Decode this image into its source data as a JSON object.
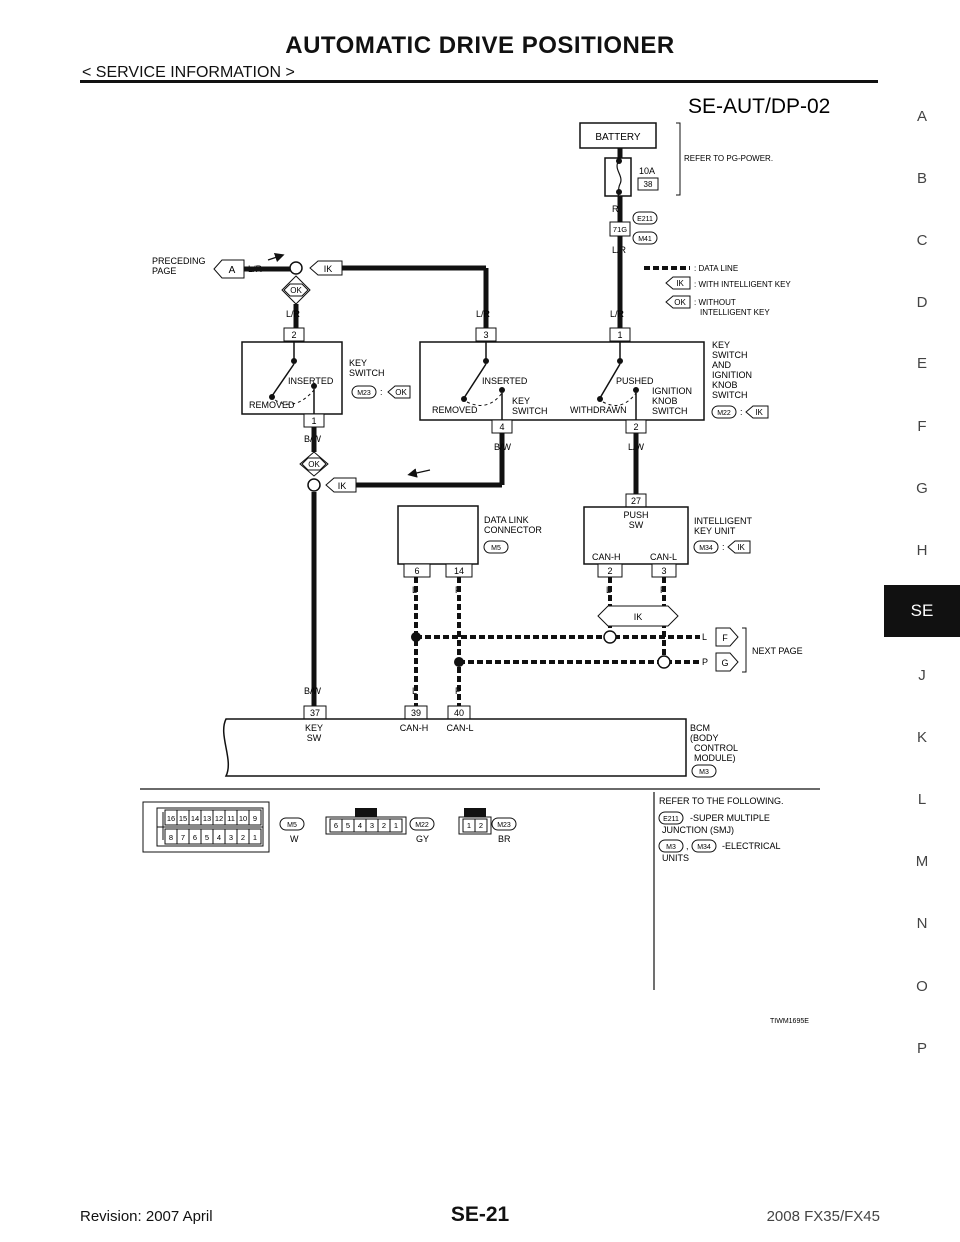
{
  "header": {
    "title": "AUTOMATIC DRIVE POSITIONER",
    "breadcrumb": "< SERVICE INFORMATION >"
  },
  "side_tabs": [
    "A",
    "B",
    "C",
    "D",
    "E",
    "F",
    "G",
    "H",
    "SE",
    "J",
    "K",
    "L",
    "M",
    "N",
    "O",
    "P"
  ],
  "active_tab": "SE",
  "diagram": {
    "id": "SE-AUT/DP-02",
    "figure_code": "TIWM1695E",
    "battery": "BATTERY",
    "fuse_amps": "10A",
    "fuse_no": "38",
    "refer_power": "REFER TO PG-POWER.",
    "wire_R": "R",
    "wire_LR": "L/R",
    "wire_BW": "B/W",
    "wire_LW": "L/W",
    "wire_L": "L",
    "wire_P": "P",
    "conn_E211": "E211",
    "conn_M41": "M41",
    "conn_M23": "M23",
    "conn_M22": "M22",
    "conn_M5": "M5",
    "conn_M34": "M34",
    "conn_M3": "M3",
    "term_71G": "71G",
    "term_1": "1",
    "term_2": "2",
    "term_3": "3",
    "term_4": "4",
    "term_6": "6",
    "term_14": "14",
    "term_27": "27",
    "term_37": "37",
    "term_39": "39",
    "term_40": "40",
    "preceding_l1": "PRECEDING",
    "preceding_l2": "PAGE",
    "flag_A": "A",
    "flag_F": "F",
    "flag_G": "G",
    "tag_IK": "IK",
    "tag_OK": "OK",
    "sep": ":",
    "legend_data": ": DATA LINE",
    "legend_ik": ": WITH INTELLIGENT KEY",
    "legend_ok_l1": ": WITHOUT",
    "legend_ok_l2": "INTELLIGENT KEY",
    "ks_l1": "KEY",
    "ks_l2": "SWITCH",
    "inserted": "INSERTED",
    "removed": "REMOVED",
    "pushed": "PUSHED",
    "withdrawn": "WITHDRAWN",
    "ign_l1": "IGNITION",
    "ign_l2": "KNOB",
    "ign_l3": "SWITCH",
    "ksig_l1": "KEY",
    "ksig_l2": "SWITCH",
    "ksig_l3": "AND",
    "ksig_l4": "IGNITION",
    "ksig_l5": "KNOB",
    "ksig_l6": "SWITCH",
    "dlc_l1": "DATA LINK",
    "dlc_l2": "CONNECTOR",
    "push": "PUSH",
    "sw": "SW",
    "iku_l1": "INTELLIGENT",
    "iku_l2": "KEY UNIT",
    "canh": "CAN-H",
    "canl": "CAN-L",
    "next_page": "NEXT PAGE",
    "bcm_l1": "BCM",
    "bcm_l2": "(BODY",
    "bcm_l3": "CONTROL",
    "bcm_l4": "MODULE)",
    "key": "KEY",
    "refer_follow": "REFER TO THE FOLLOWING.",
    "smj_l1": "-SUPER MULTIPLE",
    "smj_l2": "JUNCTION (SMJ)",
    "elec_l1": "-ELECTRICAL",
    "elec_l2": "UNITS",
    "comma": ",",
    "color_W": "W",
    "color_GY": "GY",
    "color_BR": "BR",
    "m5_top": [
      "16",
      "15",
      "14",
      "13",
      "12",
      "11",
      "10",
      "9"
    ],
    "m5_bottom": [
      "8",
      "7",
      "6",
      "5",
      "4",
      "3",
      "2",
      "1"
    ],
    "m22_pins": [
      "6",
      "5",
      "4",
      "3",
      "2",
      "1"
    ],
    "m23_pins": [
      "1",
      "2"
    ]
  },
  "footer": {
    "revision": "Revision: 2007 April",
    "page": "SE-21",
    "model": "2008 FX35/FX45"
  }
}
